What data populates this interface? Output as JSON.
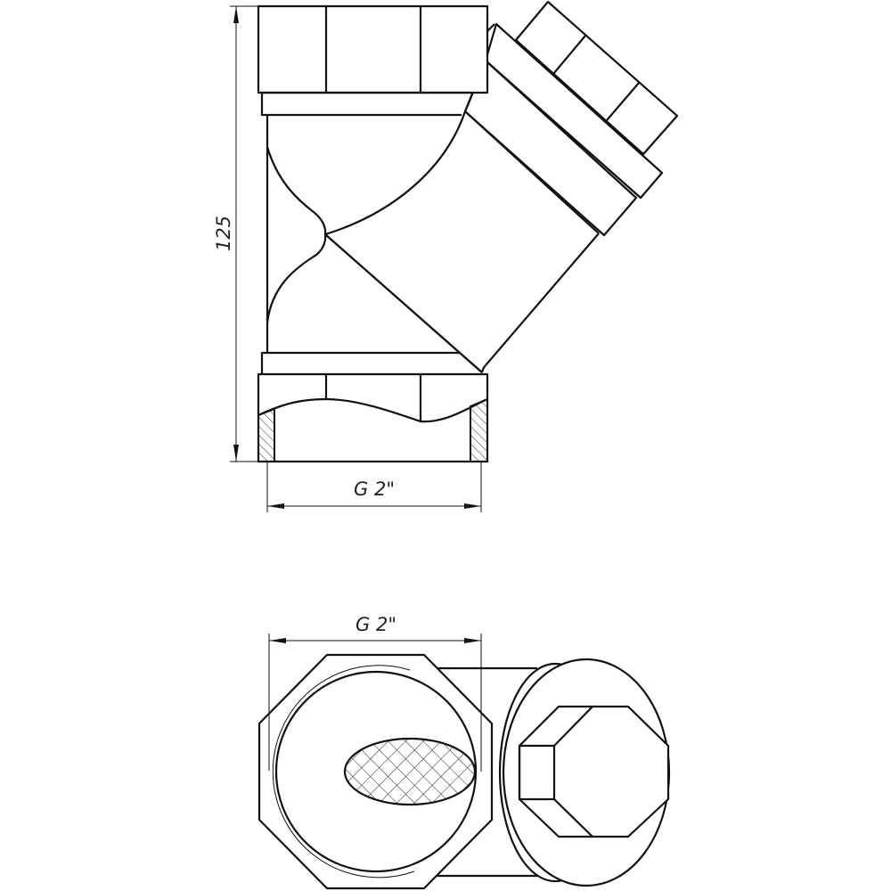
{
  "drawing": {
    "side_view": {
      "height_dimension": "125",
      "thread_dimension": "G 2\""
    },
    "end_view": {
      "thread_dimension": "G 2\""
    },
    "colors": {
      "line": "#111111",
      "background": "#ffffff"
    }
  }
}
